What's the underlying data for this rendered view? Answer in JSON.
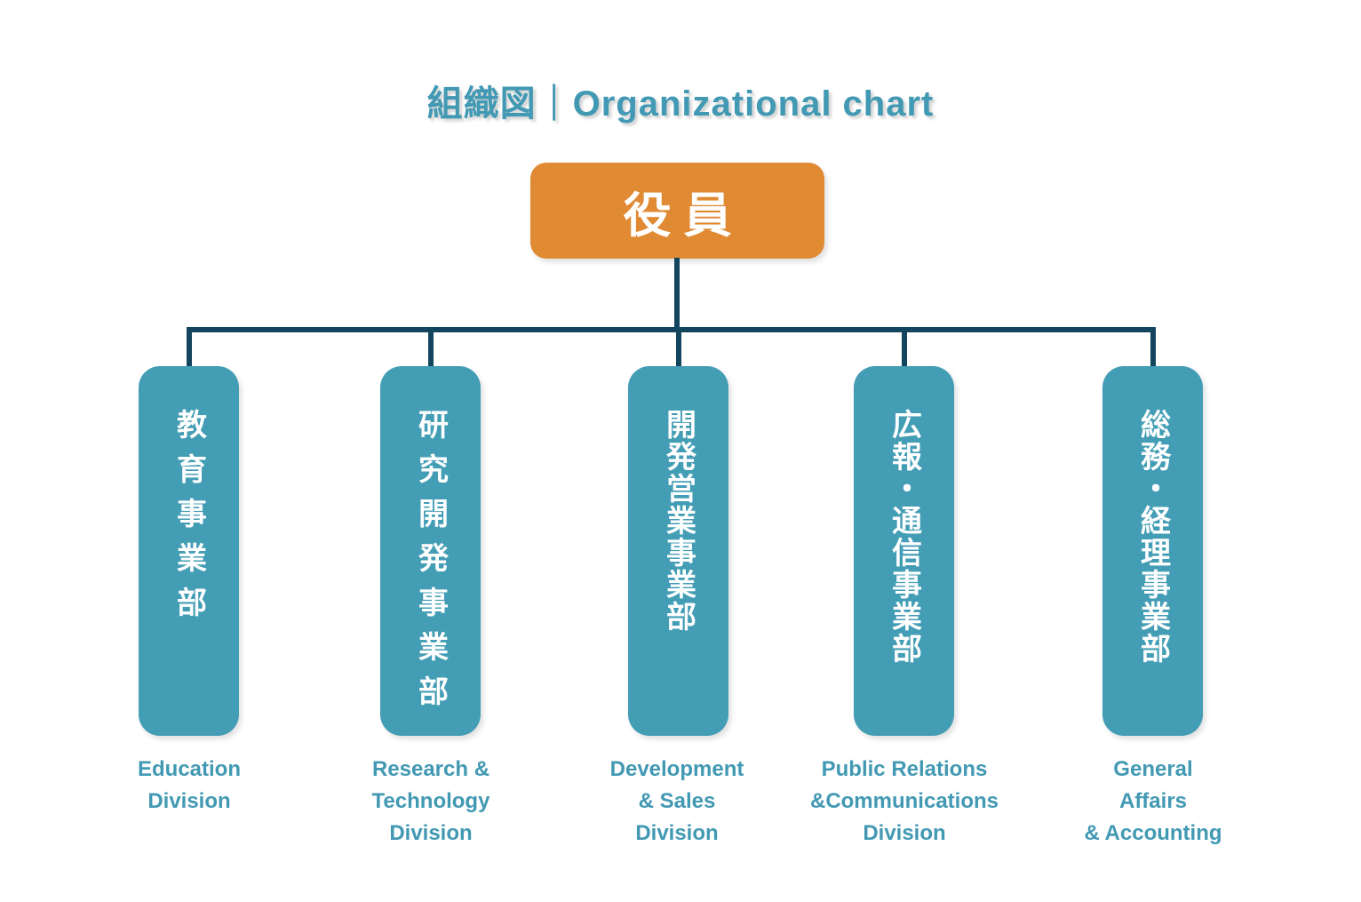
{
  "header": {
    "title": "組織図｜Organizational chart"
  },
  "root": {
    "label": "役員"
  },
  "divisions": [
    {
      "jp": "教育事業部",
      "en_lines": [
        "Education",
        "Division"
      ]
    },
    {
      "jp": "研究開発事業部",
      "en_lines": [
        "Research &",
        "Technology",
        "Division"
      ]
    },
    {
      "jp": "開発営業事業部",
      "en_lines": [
        "Development",
        "& Sales",
        "Division"
      ]
    },
    {
      "jp": "広報・通信事業部",
      "en_lines": [
        "Public Relations",
        "&Communications",
        "Division"
      ]
    },
    {
      "jp": "総務・経理事業部",
      "en_lines": [
        "General",
        "Affairs",
        "& Accounting"
      ]
    }
  ],
  "colors": {
    "accent_teal": "#429DB5",
    "accent_orange": "#E18A34",
    "connector": "#13465E",
    "text_teal": "#4299B3",
    "text_white": "#FFFFFF",
    "page_bg": "#FFFFFF"
  }
}
